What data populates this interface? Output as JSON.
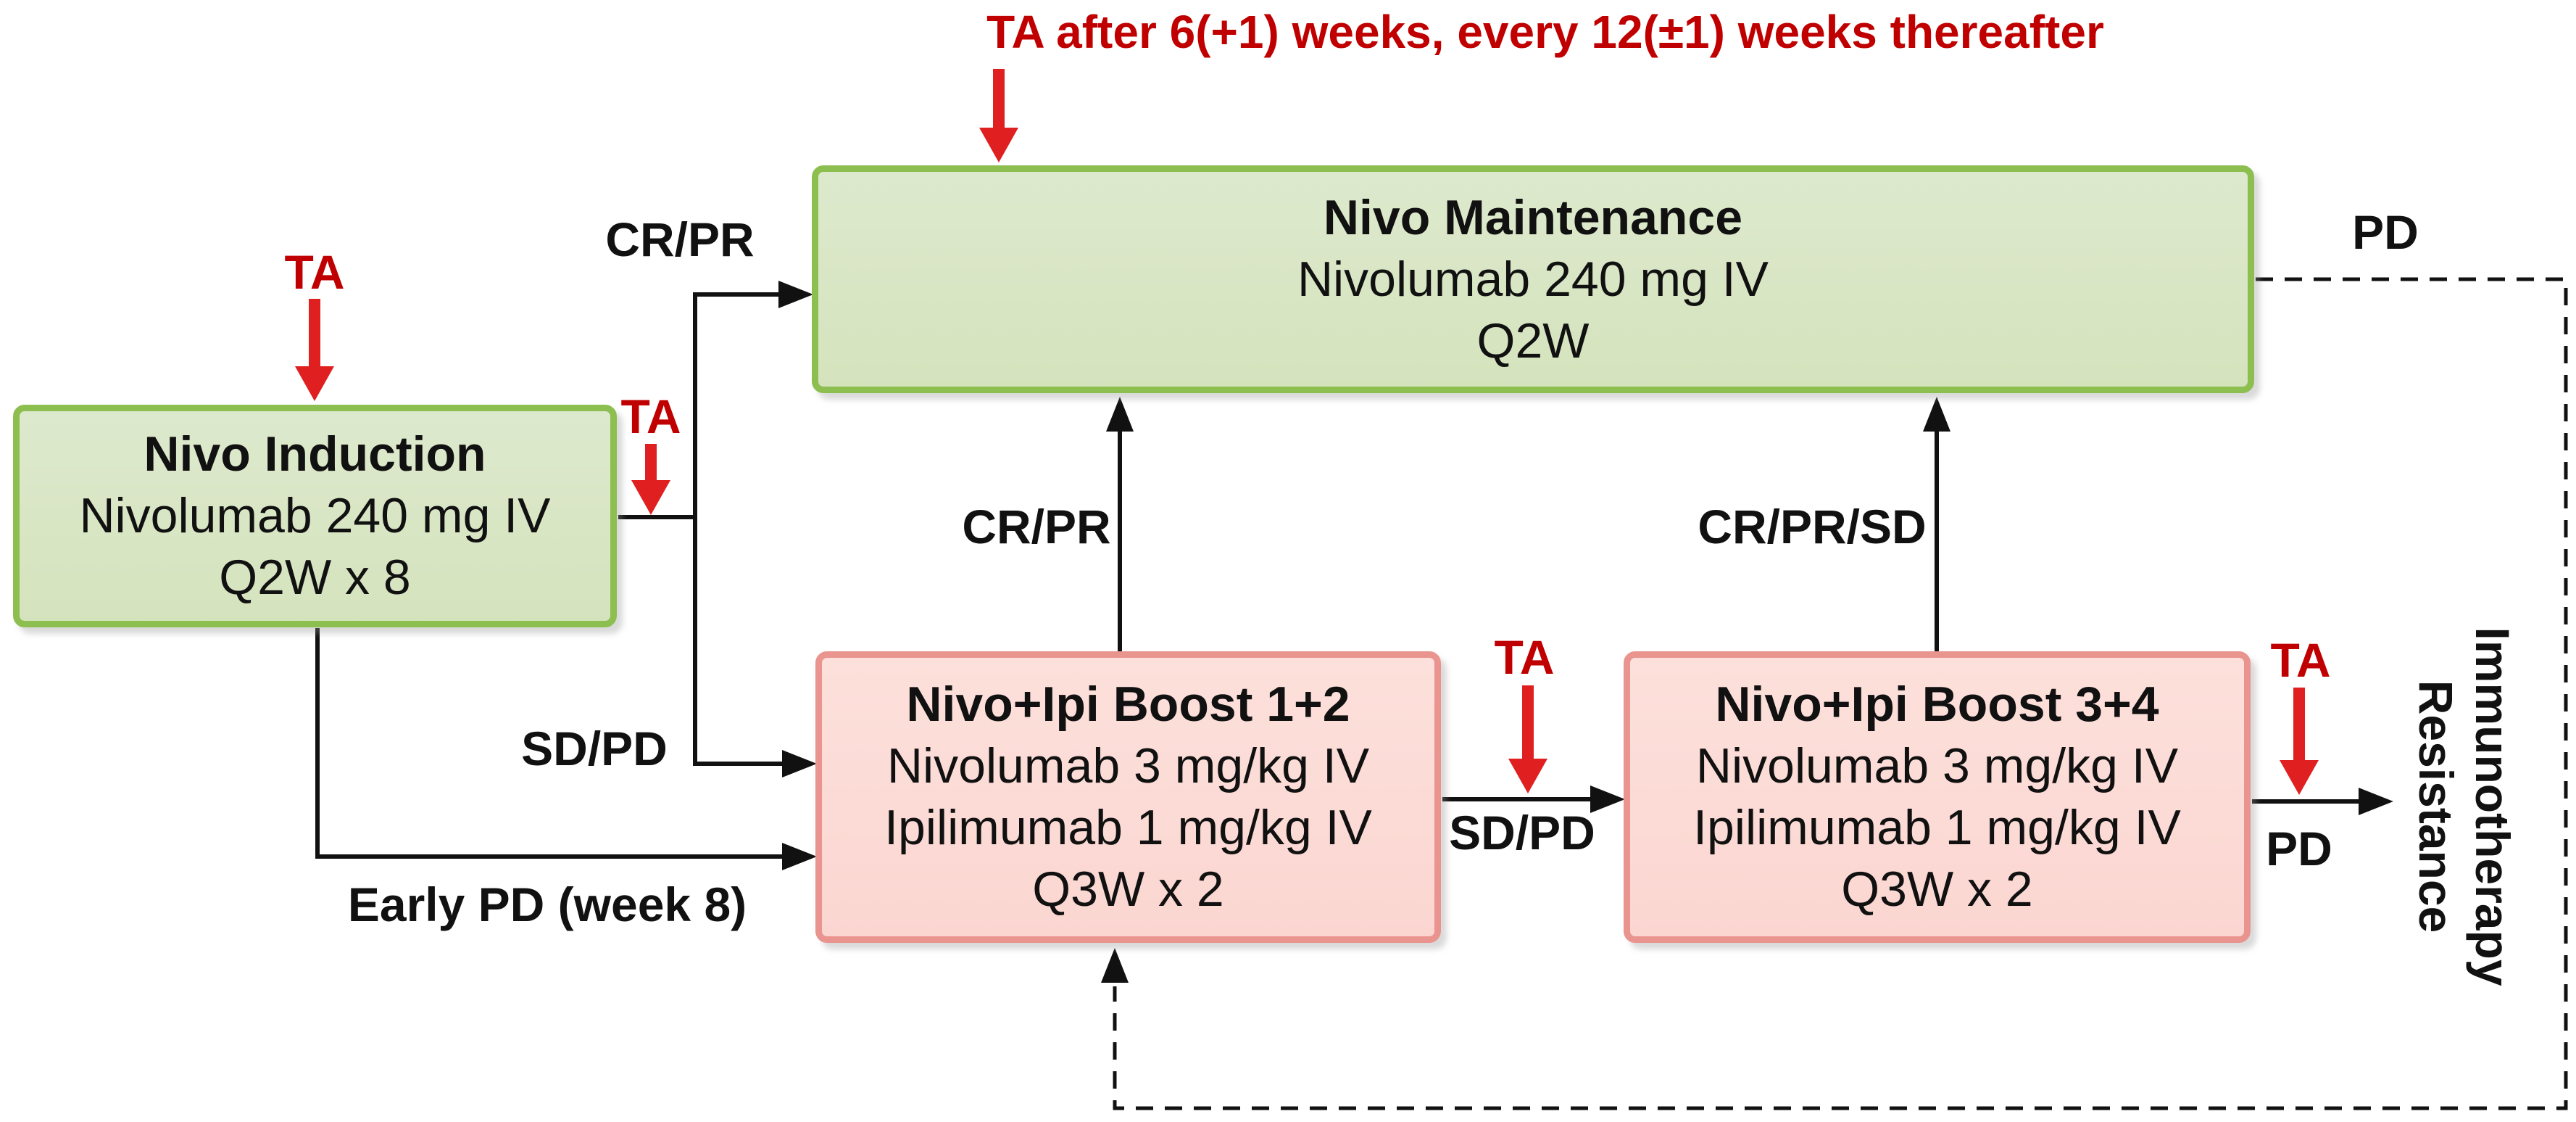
{
  "banner": {
    "text": "TA after 6(+1) weeks, every 12(±1) weeks thereafter"
  },
  "boxes": {
    "induction": {
      "title": "Nivo Induction",
      "lines": [
        "Nivolumab 240 mg IV",
        "Q2W x 8"
      ]
    },
    "maintenance": {
      "title": "Nivo Maintenance",
      "lines": [
        "Nivolumab 240 mg IV",
        "Q2W"
      ]
    },
    "boost12": {
      "title": "Nivo+Ipi Boost 1+2",
      "lines": [
        "Nivolumab 3 mg/kg IV",
        "Ipilimumab 1 mg/kg IV",
        "Q3W x 2"
      ]
    },
    "boost34": {
      "title": "Nivo+Ipi Boost 3+4",
      "lines": [
        "Nivolumab 3 mg/kg IV",
        "Ipilimumab 1 mg/kg IV",
        "Q3W x 2"
      ]
    }
  },
  "labels": {
    "ta": "TA",
    "cr_pr_induction": "CR/PR",
    "cr_pr_boost12": "CR/PR",
    "cr_pr_sd_boost34": "CR/PR/SD",
    "sd_pd_induction": "SD/PD",
    "sd_pd_between_boosts": "SD/PD",
    "early_pd": "Early PD (week 8)",
    "pd_maintenance": "PD",
    "pd_boost34": "PD",
    "resistance_line1": "Immunotherapy",
    "resistance_line2": "Resistance"
  },
  "colors": {
    "red_text": "#c00000",
    "red_arrow": "#e02020",
    "green_border": "#8cbe50",
    "green_fill": "#d7e4c0",
    "pink_border": "#e9948e",
    "pink_fill": "#fcd9d5",
    "black": "#111111"
  }
}
